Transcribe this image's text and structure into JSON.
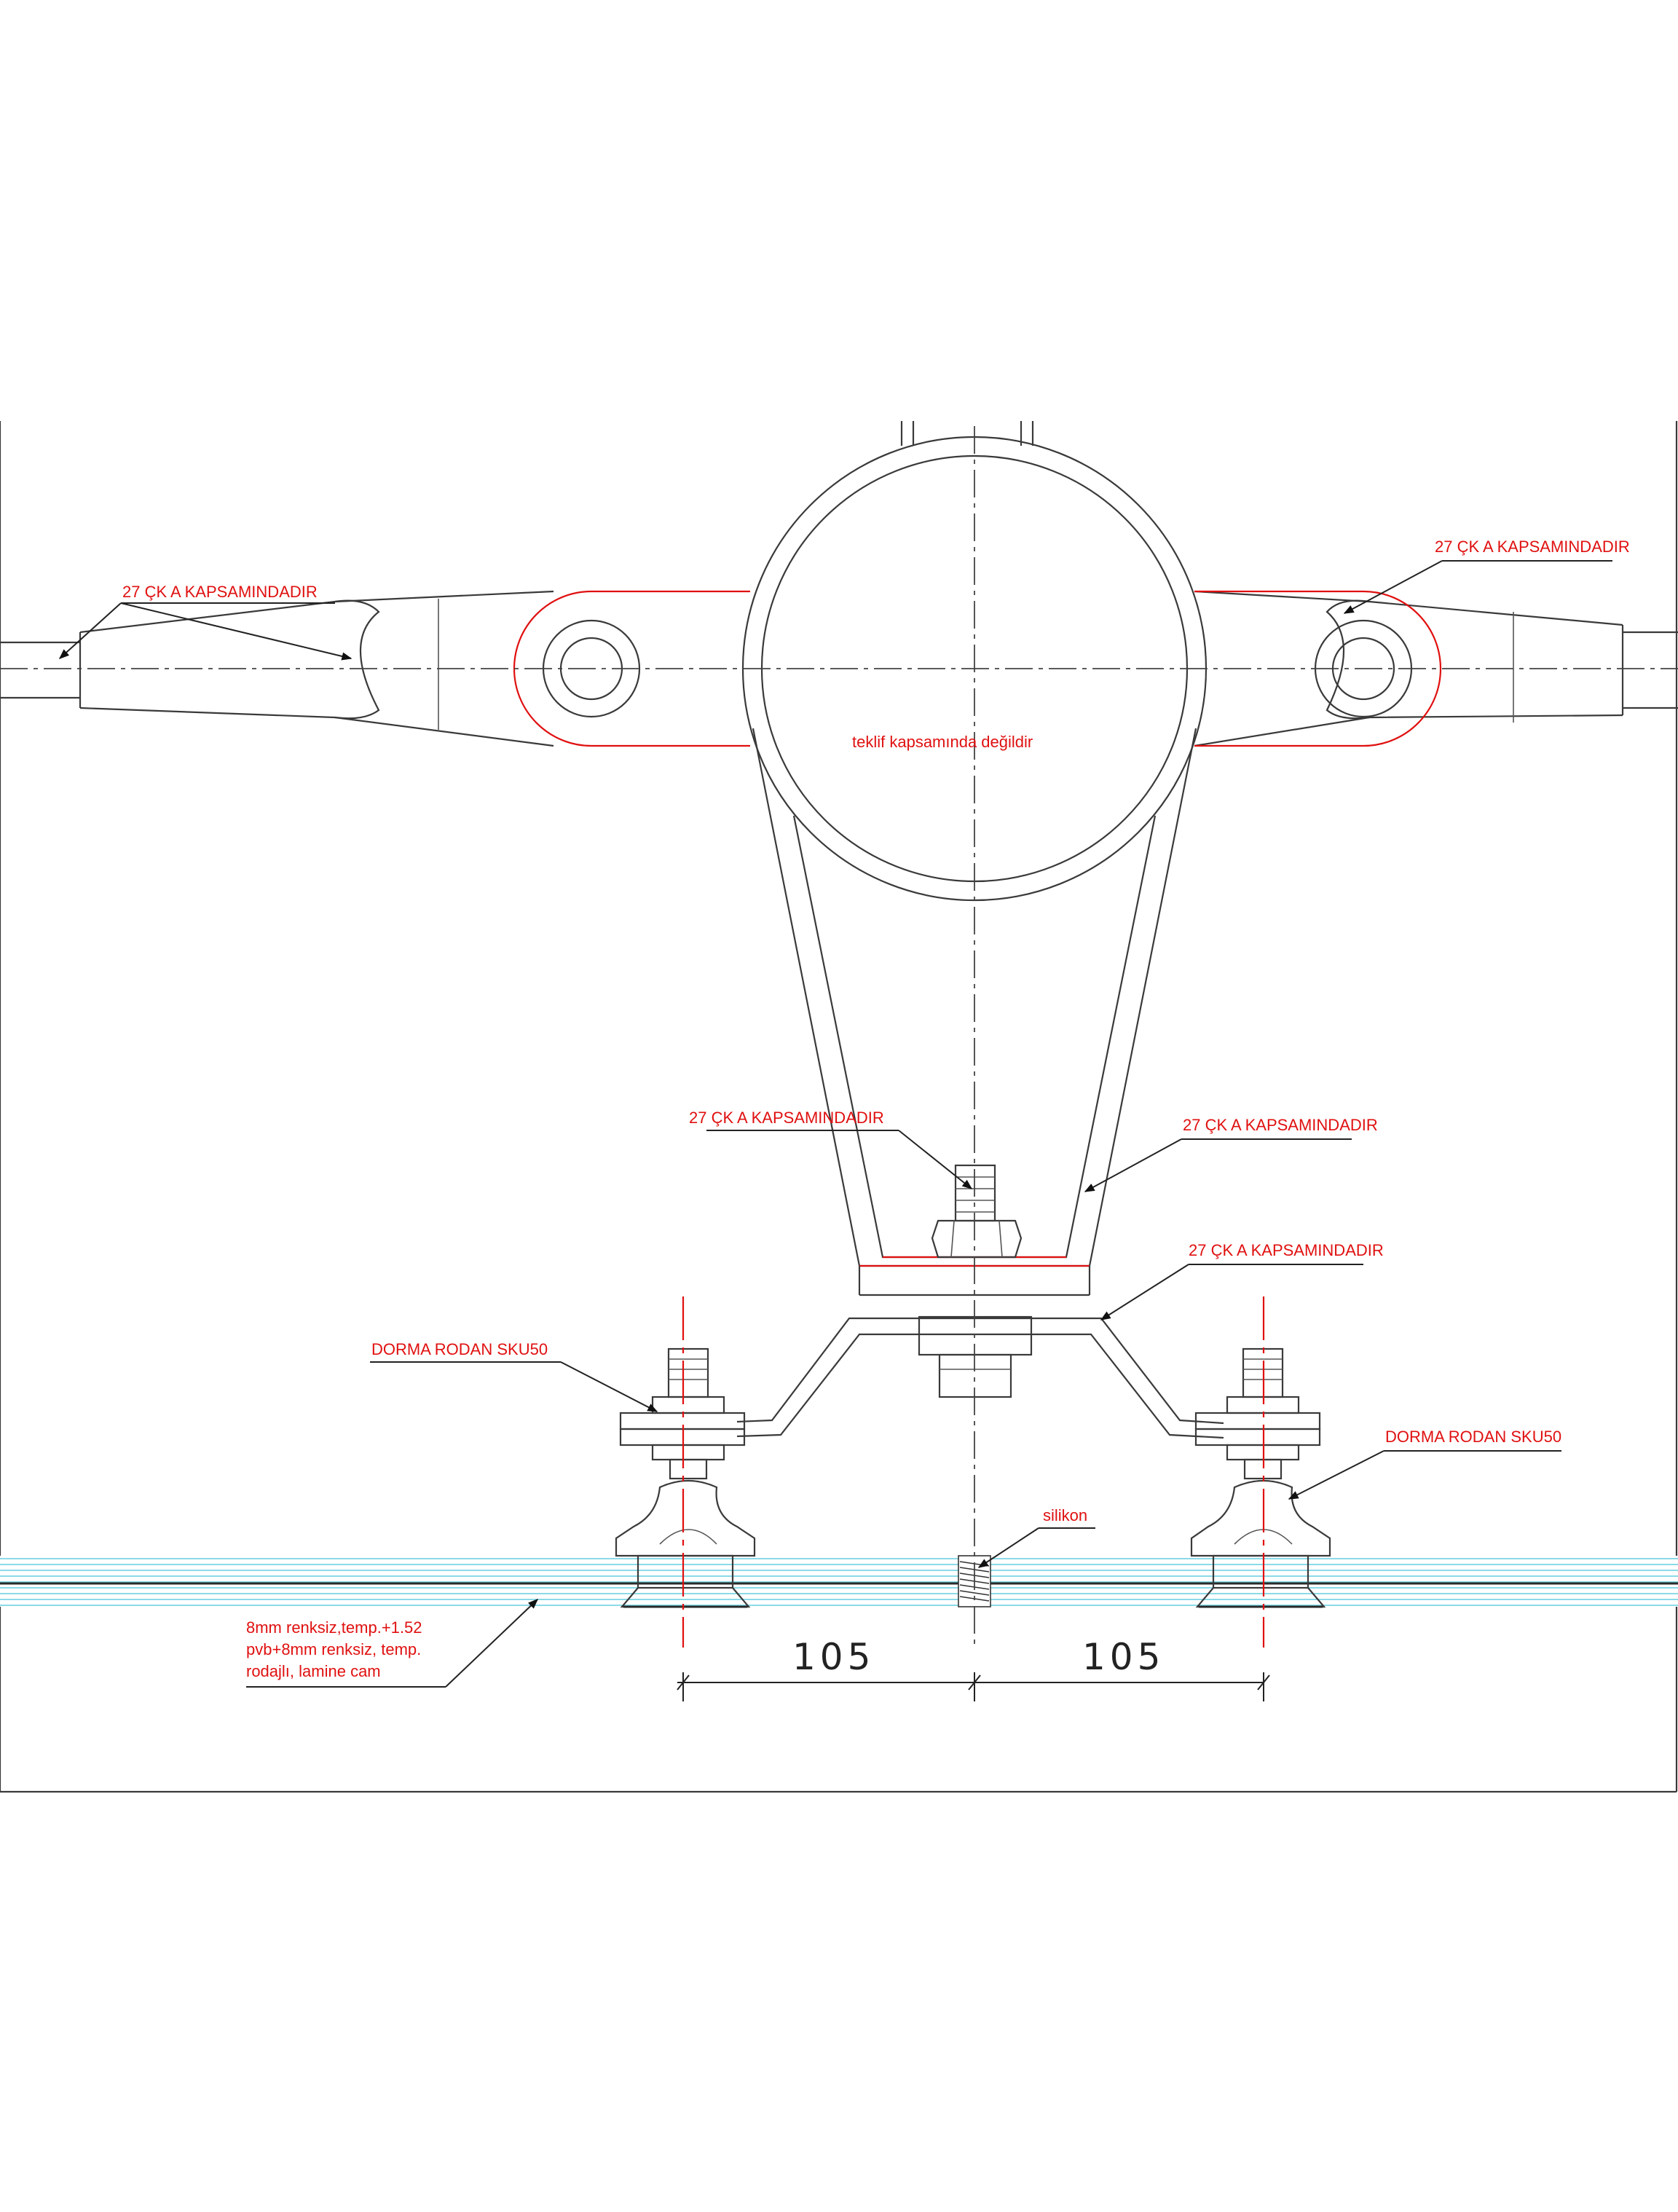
{
  "labels": {
    "top_left": "27 ÇK A KAPSAMINDADIR",
    "top_right": "27 ÇK A KAPSAMINDADIR",
    "center_note": "teklif kapsamında değildir",
    "bolt": "27 ÇK A KAPSAMINDADIR",
    "arm_right": "27 ÇK A KAPSAMINDADIR",
    "bracket": "27 ÇK A KAPSAMINDADIR",
    "rotule_left": "DORMA RODAN SKU50",
    "rotule_right": "DORMA RODAN SKU50",
    "silicone": "silikon",
    "glass_line1": "8mm renksiz,temp.+1.52",
    "glass_line2": "pvb+8mm renksiz, temp.",
    "glass_line3": "rodajlı, lamine cam"
  },
  "dimensions": {
    "left": "105",
    "right": "105"
  },
  "colors": {
    "annotation": "#e01010",
    "linework": "#3a3a3a",
    "glass": "#66cfe0"
  }
}
